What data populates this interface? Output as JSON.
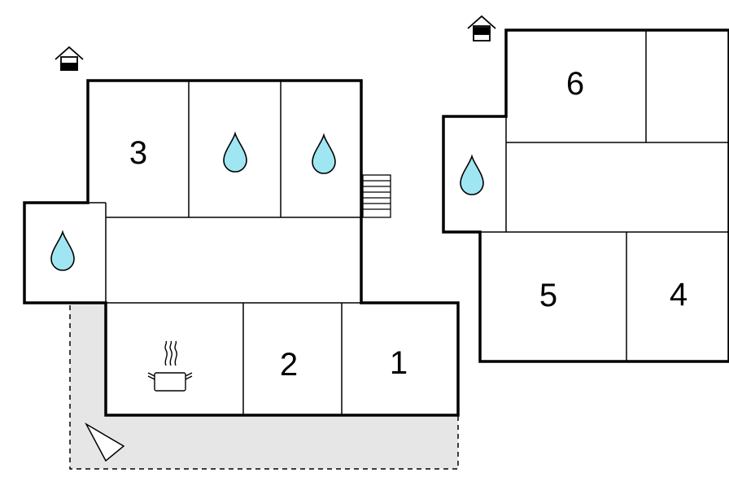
{
  "plan": {
    "left_building": {
      "room_labels": [
        "3",
        "2",
        "1"
      ],
      "icons": [
        "water-drop-icon",
        "water-drop-icon",
        "water-drop-icon",
        "cooking-pot-icon",
        "entrance-icon",
        "stairs-icon",
        "compass-arrow-icon"
      ]
    },
    "right_building": {
      "room_labels": [
        "6",
        "5",
        "4"
      ],
      "icons": [
        "water-drop-icon",
        "entrance-icon"
      ]
    },
    "colors": {
      "water": "#9fe6f2",
      "terrace": "#e6e6e6",
      "wall": "#000000"
    }
  }
}
